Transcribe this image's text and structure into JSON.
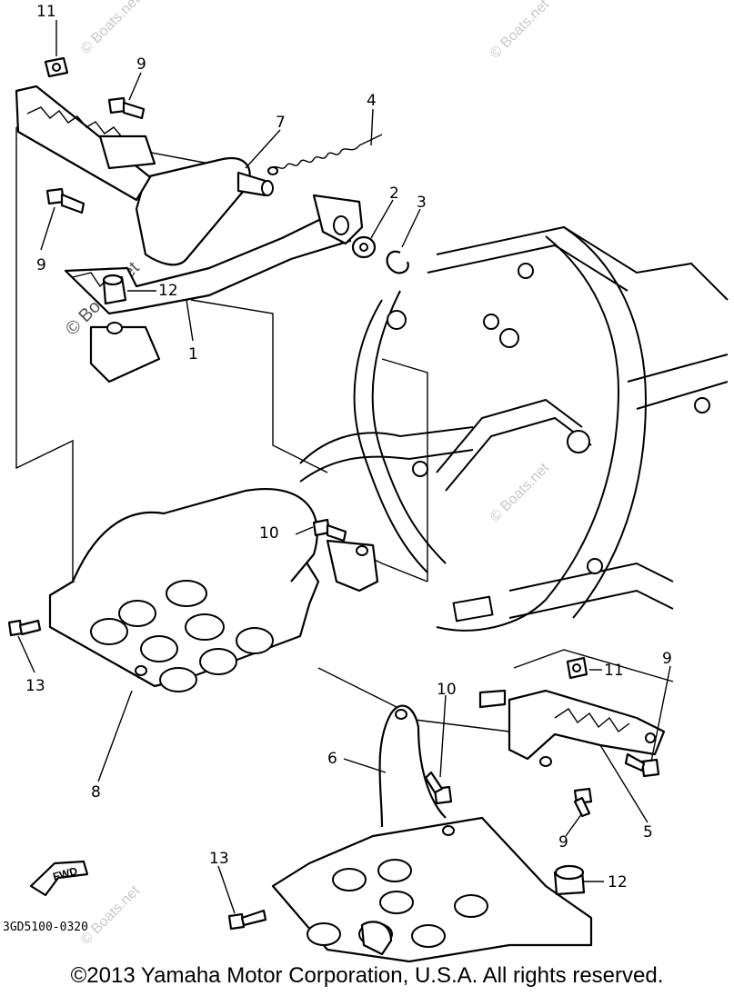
{
  "callouts": {
    "c1": "1",
    "c2": "2",
    "c3": "3",
    "c4": "4",
    "c5": "5",
    "c6": "6",
    "c7": "7",
    "c8": "8",
    "c9a": "9",
    "c9b": "9",
    "c9c": "9",
    "c9d": "9",
    "c10a": "10",
    "c10b": "10",
    "c11a": "11",
    "c11b": "11",
    "c12a": "12",
    "c12b": "12",
    "c13a": "13",
    "c13b": "13"
  },
  "fwd_label": "FWD",
  "diagram_code": "3GD5100-0320",
  "watermark": "© Boats.net",
  "copyright": "©2013 Yamaha Motor Corporation, U.S.A. All rights reserved."
}
